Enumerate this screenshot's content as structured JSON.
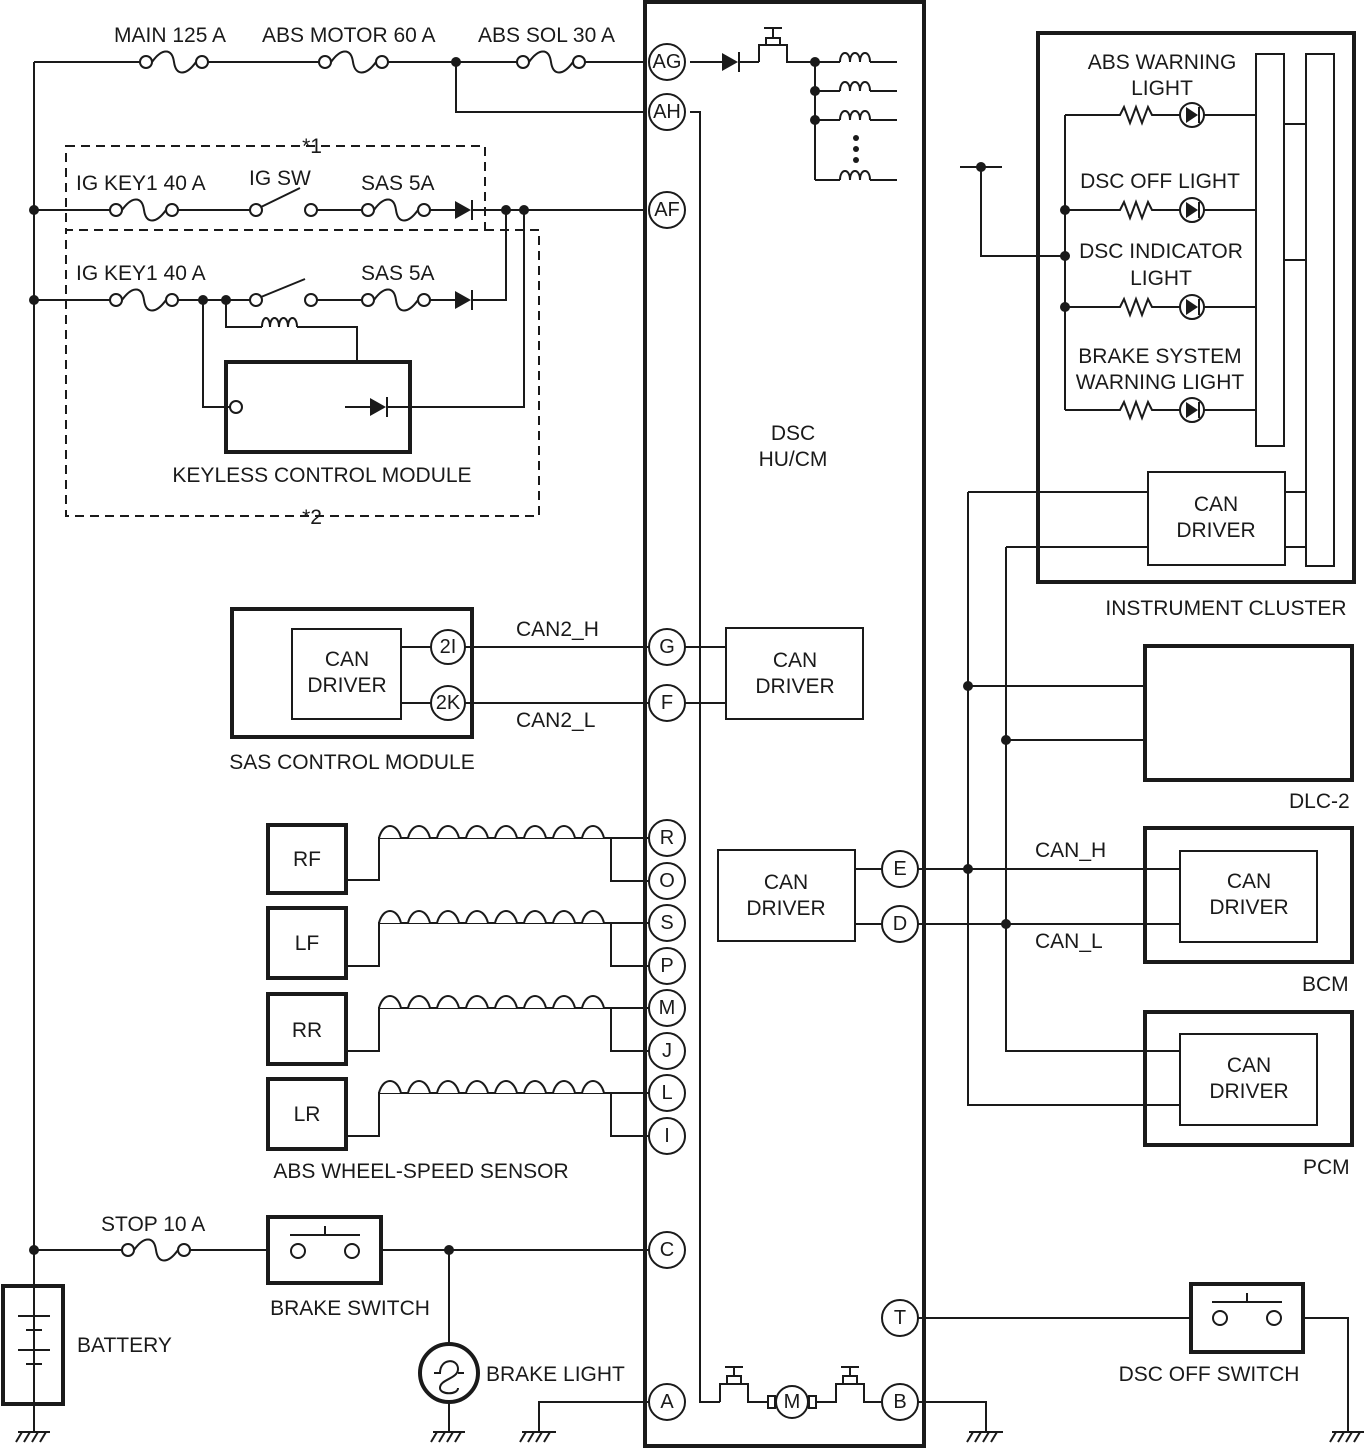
{
  "fuses": {
    "main": "MAIN 125 A",
    "abs_motor": "ABS MOTOR 60 A",
    "abs_sol": "ABS SOL 30 A",
    "ig_key1_a": "IG KEY1 40 A",
    "ig_key1_b": "IG KEY1 40 A",
    "sas_a": "SAS 5A",
    "sas_b": "SAS 5A",
    "stop": "STOP 10 A"
  },
  "notes": {
    "note1": "*1",
    "note2": "*2"
  },
  "switches": {
    "ig_sw": "IG SW"
  },
  "modules": {
    "keyless": "KEYLESS CONTROL MODULE",
    "dsc_line1": "DSC",
    "dsc_line2": "HU/CM",
    "sas": "SAS CONTROL MODULE",
    "instrument_cluster": "INSTRUMENT CLUSTER",
    "dlc2": "DLC-2",
    "bcm": "BCM",
    "pcm": "PCM",
    "can_driver_line1": "CAN",
    "can_driver_line2": "DRIVER"
  },
  "lights": {
    "abs_warning_1": "ABS WARNING",
    "abs_warning_2": "LIGHT",
    "dsc_off": "DSC OFF LIGHT",
    "dsc_indicator_1": "DSC INDICATOR",
    "dsc_indicator_2": "LIGHT",
    "brake_system_1": "BRAKE SYSTEM",
    "brake_system_2": "WARNING LIGHT"
  },
  "signals": {
    "can2_h": "CAN2_H",
    "can2_l": "CAN2_L",
    "can_h": "CAN_H",
    "can_l": "CAN_L"
  },
  "sensors": {
    "title": "ABS WHEEL-SPEED SENSOR",
    "rf": "RF",
    "lf": "LF",
    "rr": "RR",
    "lr": "LR"
  },
  "components": {
    "brake_switch": "BRAKE SWITCH",
    "battery": "BATTERY",
    "brake_light": "BRAKE LIGHT",
    "dsc_off_switch": "DSC OFF SWITCH",
    "motor": "M"
  },
  "pins": {
    "ag": "AG",
    "ah": "AH",
    "af": "AF",
    "g": "G",
    "f": "F",
    "r": "R",
    "o": "O",
    "s": "S",
    "p": "P",
    "m": "M",
    "j": "J",
    "l": "L",
    "i": "I",
    "c": "C",
    "a": "A",
    "b": "B",
    "e": "E",
    "d": "D",
    "t": "T",
    "sas_2i": "2I",
    "sas_2k": "2K"
  }
}
